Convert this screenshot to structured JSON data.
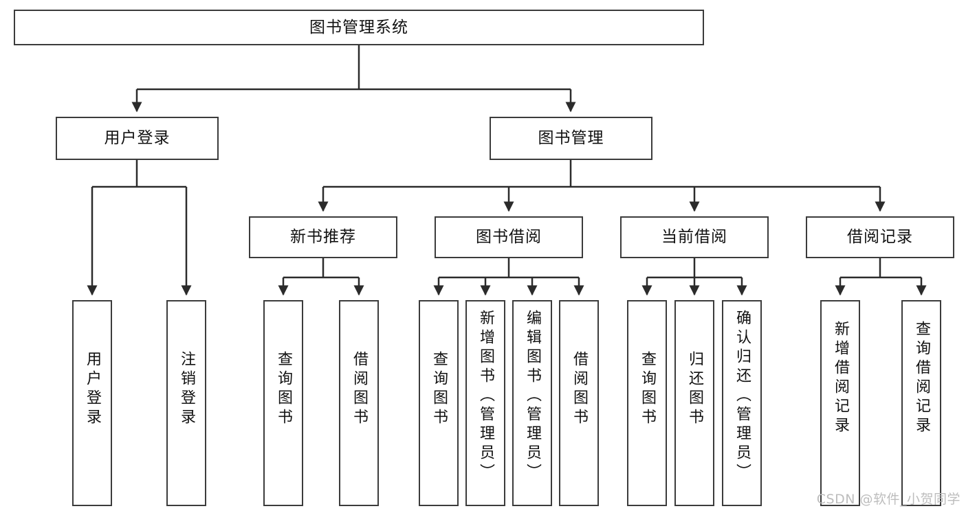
{
  "diagram": {
    "title": "图书管理系统",
    "type": "tree-hierarchy-functional-structure",
    "root": {
      "label": "图书管理系统"
    },
    "level2": [
      {
        "label": "用户登录"
      },
      {
        "label": "图书管理"
      }
    ],
    "level3": [
      {
        "label": "新书推荐"
      },
      {
        "label": "图书借阅"
      },
      {
        "label": "当前借阅"
      },
      {
        "label": "借阅记录"
      }
    ],
    "leaves": {
      "user_login": [
        {
          "label": "用户登录"
        },
        {
          "label": "注销登录"
        }
      ],
      "new_book_recommend": [
        {
          "label": "查询图书"
        },
        {
          "label": "借阅图书"
        }
      ],
      "book_borrow": [
        {
          "label": "查询图书"
        },
        {
          "label": "新增图书（管理员）"
        },
        {
          "label": "编辑图书（管理员）"
        },
        {
          "label": "借阅图书"
        }
      ],
      "current_borrow": [
        {
          "label": "查询图书"
        },
        {
          "label": "归还图书"
        },
        {
          "label": "确认归还（管理员）"
        }
      ],
      "borrow_record": [
        {
          "label": "新增借阅记录"
        },
        {
          "label": "查询借阅记录"
        }
      ]
    }
  },
  "watermark": {
    "text": "CSDN @软件_小贺同学"
  },
  "colors": {
    "box_border": "#3b3b3b",
    "box_fill": "#ffffff",
    "connector": "#2b2b2b",
    "text": "#111111",
    "watermark": "#bdbdbd"
  }
}
